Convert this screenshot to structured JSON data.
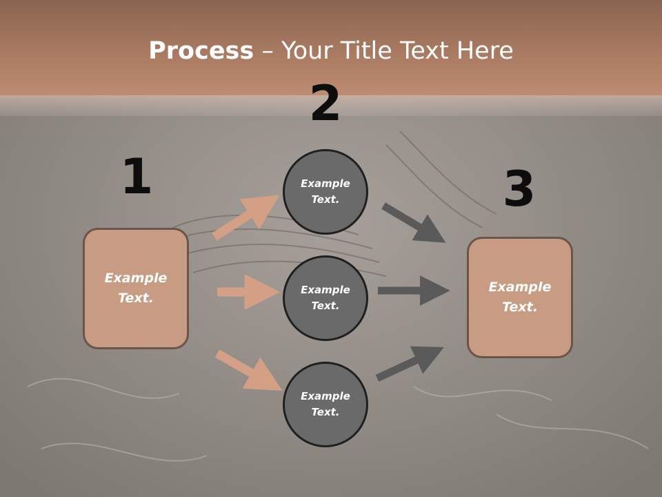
{
  "title": {
    "strong": "Process",
    "rest": " – Your Title Text Here"
  },
  "steps": {
    "one": "1",
    "two": "2",
    "three": "3"
  },
  "left_box": {
    "text": "Example Text."
  },
  "right_box": {
    "text": "Example Text."
  },
  "circles": [
    {
      "text": "Example Text."
    },
    {
      "text": "Example Text."
    },
    {
      "text": "Example Text."
    }
  ],
  "colors": {
    "header": "#b0806a",
    "box_fill": "#c79c82",
    "box_border": "#6b5448",
    "circle_fill": "#6a6a6a",
    "circle_border": "#1f1f1f",
    "arrow_left": "#d39f85",
    "arrow_right": "#5a5a5a"
  }
}
